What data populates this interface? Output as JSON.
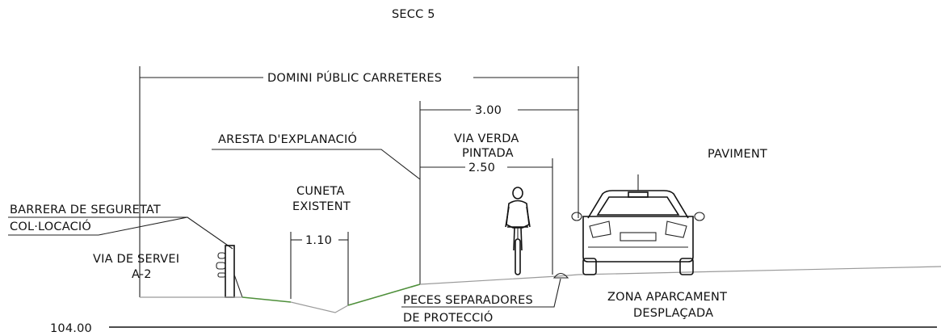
{
  "title": "SECC 5",
  "domini": "DOMINI PÚBLIC CARRETERES",
  "dim_300": "3.00",
  "dim_250": "2.50",
  "dim_110": "1.10",
  "aresta": "ARESTA D'EXPLANACIÓ",
  "via_verda_1": "VIA VERDA",
  "via_verda_2": "PINTADA",
  "paviment": "PAVIMENT",
  "barrera_1": "BARRERA DE SEGURETAT",
  "barrera_2": "COL·LOCACIÓ",
  "cuneta_1": "CUNETA",
  "cuneta_2": "EXISTENT",
  "via_servei_1": "VIA DE SERVEI",
  "via_servei_2": "A-2",
  "peces_1": "PECES SEPARADORES",
  "peces_2": "DE PROTECCIÓ",
  "zona_1": "ZONA APARCAMENT",
  "zona_2": "DESPLAÇADA",
  "datum": "104.00",
  "colors": {
    "line": "#111111",
    "terrain_green": "#4e8f3a",
    "terrain_grey": "#9a9a9a"
  },
  "icons": [
    "cyclist-icon",
    "car-rear-icon",
    "safety-barrier-icon",
    "separator-curb-icon"
  ]
}
